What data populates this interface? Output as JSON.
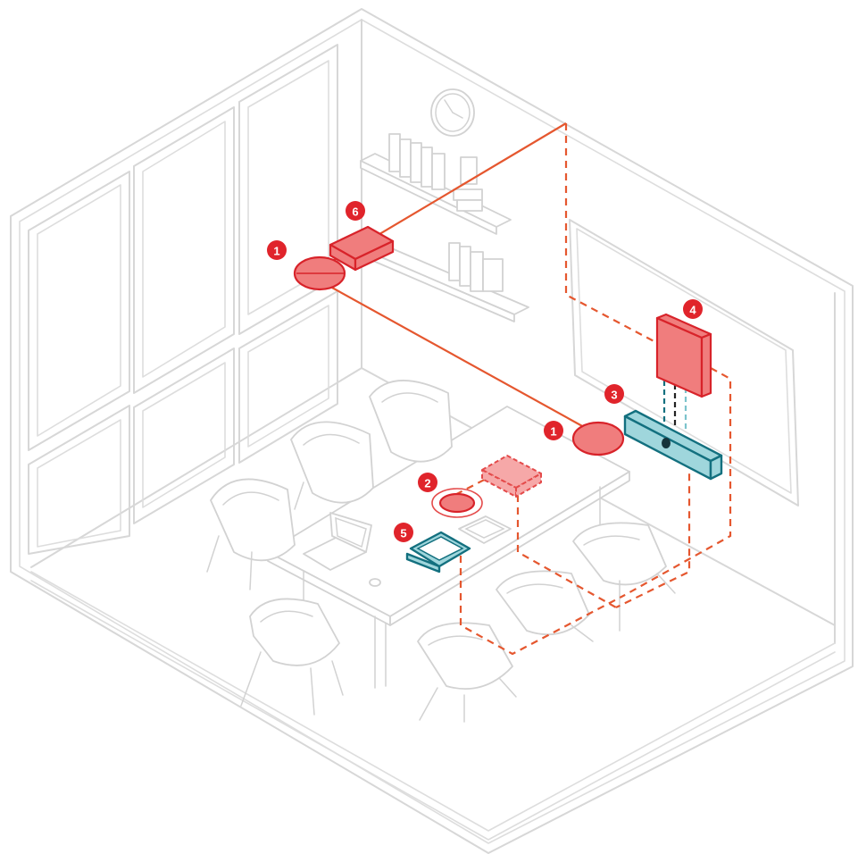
{
  "badges": {
    "mic_ceiling": "1",
    "mic_table_puck": "2",
    "video_bar": "3",
    "compute_unit": "4",
    "touch_controller": "5",
    "network_switch": "6",
    "mic_ceiling_2": "1"
  },
  "colors": {
    "wall_line": "#d7d7d7",
    "cable": "#e5572f",
    "device_red_fill": "#f07d7d",
    "device_red_stroke": "#d8232a",
    "device_teal_fill": "#9fd6dc",
    "device_teal_stroke": "#13707f",
    "badge": "#e0242b"
  }
}
